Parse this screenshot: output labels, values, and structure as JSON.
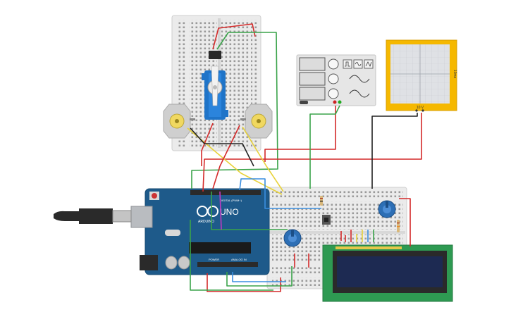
{
  "colors": {
    "breadboard": "#e9e9e9",
    "breadboard_edge": "#cfcfcf",
    "arduino": "#1e5a8a",
    "servo": "#1f74c8",
    "motor": "#c8c8c8",
    "motor_center": "#f0d860",
    "funcgen": "#e8e8e8",
    "scope_frame": "#f5b800",
    "lcd_pcb": "#2e9a52",
    "lcd_screen": "#1d2a52",
    "pot": "#2d6fb5",
    "wire_red": "#d42a2a",
    "wire_green": "#3aa34a",
    "wire_yellow": "#e8d23a",
    "wire_black": "#222222",
    "wire_blue": "#3a8ee0",
    "wire_magenta": "#c23ac2"
  },
  "arduino": {
    "logo_text": "UNO",
    "brand": "ARDUINO",
    "digital_label": "DIGITAL (PWM~)",
    "power_label": "POWER",
    "analog_label": "ANALOG IN"
  },
  "scope": {
    "side_label": "10ms",
    "bottom_label": "10 V"
  },
  "icons": {
    "usb_cable": "usb-cable-icon",
    "servo": "servo-icon",
    "motor": "dc-motor-icon",
    "potentiometer": "potentiometer-icon",
    "pushbutton": "pushbutton-icon",
    "resistor": "resistor-icon",
    "function_generator": "function-generator-icon",
    "oscilloscope": "oscilloscope-icon",
    "lcd": "lcd-icon"
  }
}
